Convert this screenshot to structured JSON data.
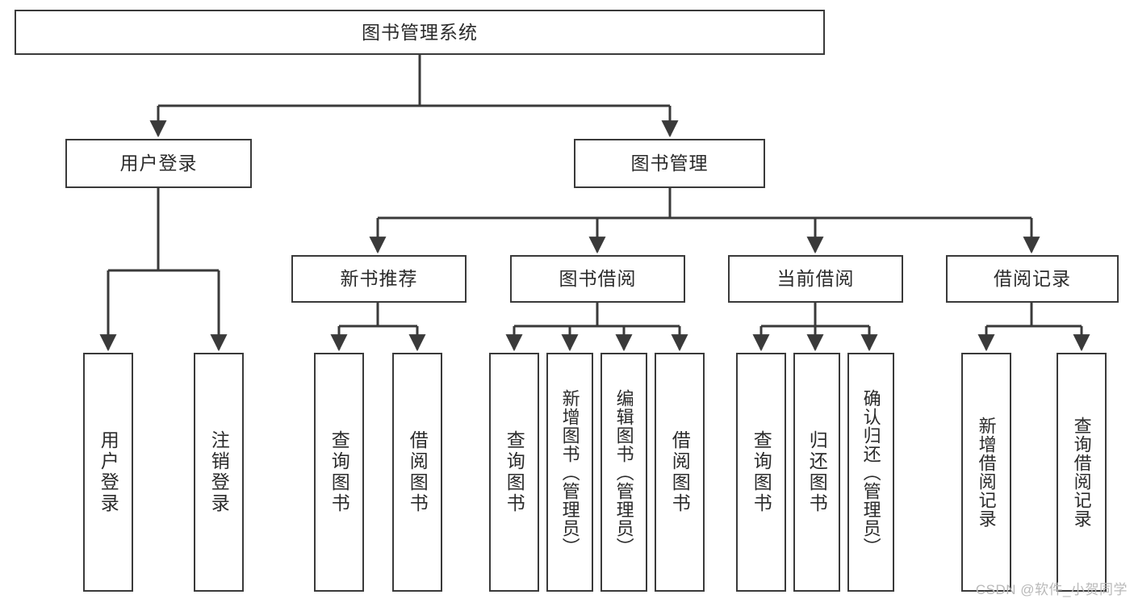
{
  "diagram": {
    "title": "图书管理系统",
    "type": "tree",
    "orientation": "top-down",
    "colors": {
      "stroke": "#3a3a3a",
      "fill": "#ffffff",
      "text": "#2b2b2b",
      "watermark": "#b9b9b9"
    },
    "root": {
      "label": "图书管理系统"
    },
    "level2": [
      {
        "label": "用户登录"
      },
      {
        "label": "图书管理"
      }
    ],
    "level3": [
      {
        "label": "新书推荐"
      },
      {
        "label": "图书借阅"
      },
      {
        "label": "当前借阅"
      },
      {
        "label": "借阅记录"
      }
    ],
    "leaves": {
      "user_login": [
        {
          "label": "用户登录"
        },
        {
          "label": "注销登录"
        }
      ],
      "new_book_recommend": [
        {
          "label": "查询图书"
        },
        {
          "label": "借阅图书"
        }
      ],
      "book_borrow": [
        {
          "label": "查询图书"
        },
        {
          "label": "新增图书（管理员）"
        },
        {
          "label": "编辑图书（管理员）"
        },
        {
          "label": "借阅图书"
        }
      ],
      "current_borrow": [
        {
          "label": "查询图书"
        },
        {
          "label": "归还图书"
        },
        {
          "label": "确认归还（管理员）"
        }
      ],
      "borrow_record": [
        {
          "label": "新增借阅记录"
        },
        {
          "label": "查询借阅记录"
        }
      ]
    }
  },
  "watermark": {
    "text": "CSDN @软件_小贺同学"
  }
}
